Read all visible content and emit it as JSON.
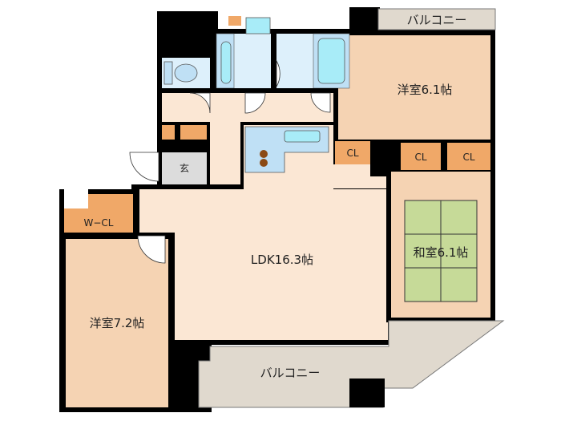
{
  "rooms": {
    "balcony_top": "バルコニー",
    "western_room_1": "洋室6.1帖",
    "closet_1": "CL",
    "closet_2": "CL",
    "closet_3": "CL",
    "japanese_room": "和室6.1帖",
    "entrance": "玄",
    "walk_in_closet": "W−CL",
    "ldk": "LDK16.3帖",
    "western_room_2": "洋室7.2帖",
    "balcony_bottom": "バルコニー"
  },
  "colors": {
    "wall": "#000000",
    "room": "#f5d3b3",
    "ldk": "#fbe7d4",
    "closet": "#f0a868",
    "wet": "#ddf0fb",
    "fixture": "#a8ecf8",
    "balcony": "#e0d9ce",
    "tatami": "#c6da98",
    "entrance": "#dcdcdc"
  }
}
